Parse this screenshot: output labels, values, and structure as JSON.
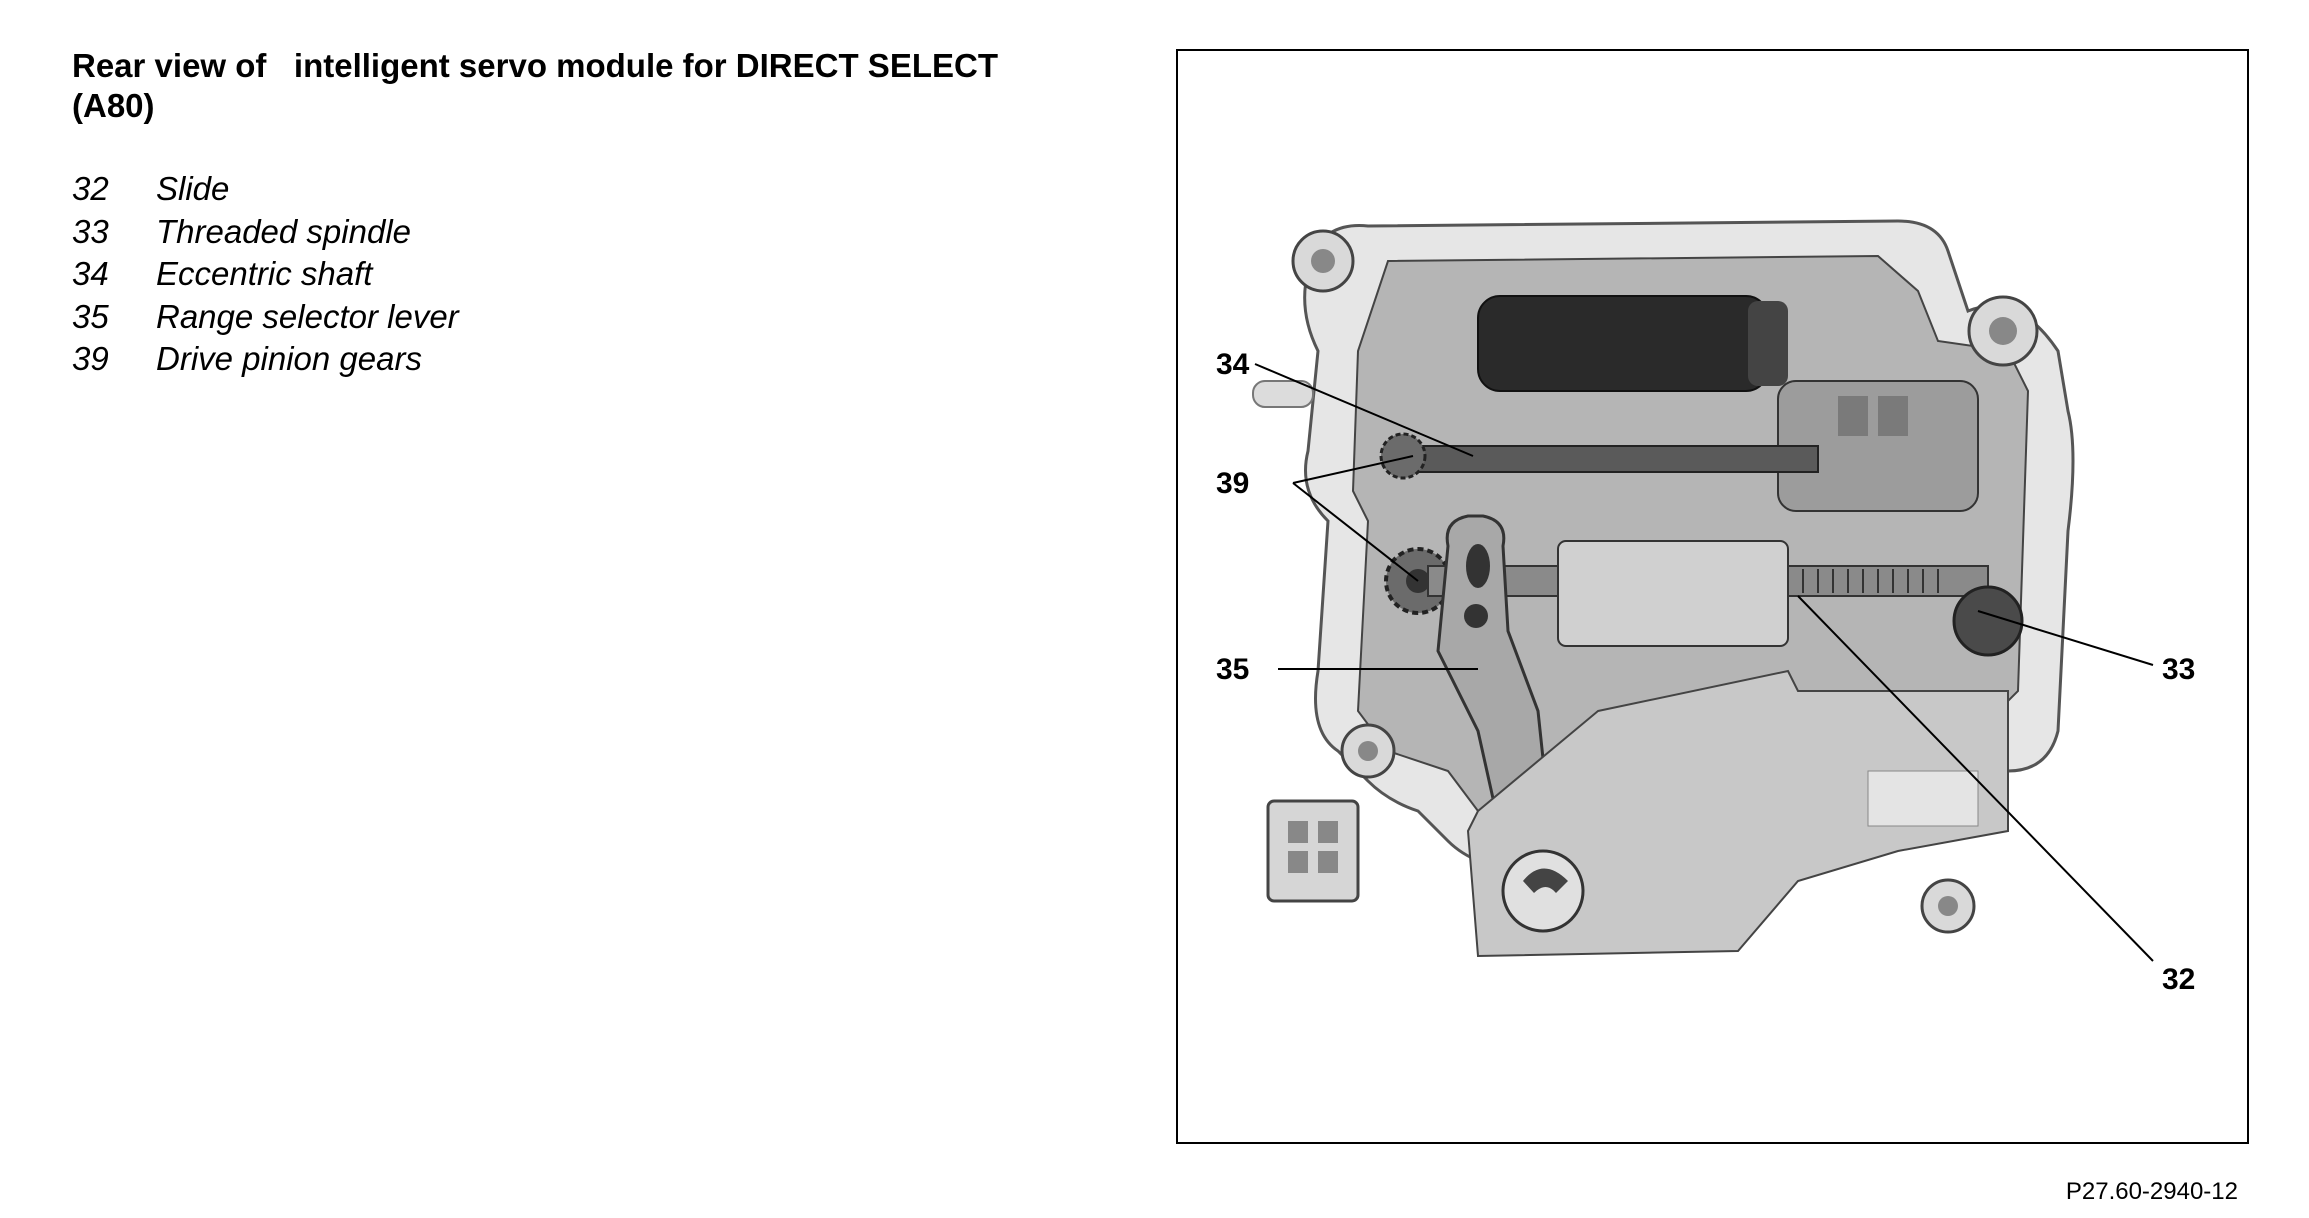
{
  "title": "Rear view of   intelligent servo module for DIRECT SELECT\n(A80)",
  "legend": [
    {
      "num": "32",
      "label": "Slide"
    },
    {
      "num": "33",
      "label": "Threaded spindle"
    },
    {
      "num": "34",
      "label": "Eccentric shaft"
    },
    {
      "num": "35",
      "label": "Range selector lever"
    },
    {
      "num": "39",
      "label": "Drive pinion gears"
    }
  ],
  "callouts": {
    "c34": "34",
    "c39": "39",
    "c35": "35",
    "c33": "33",
    "c32": "32"
  },
  "reference": "P27.60-2940-12"
}
